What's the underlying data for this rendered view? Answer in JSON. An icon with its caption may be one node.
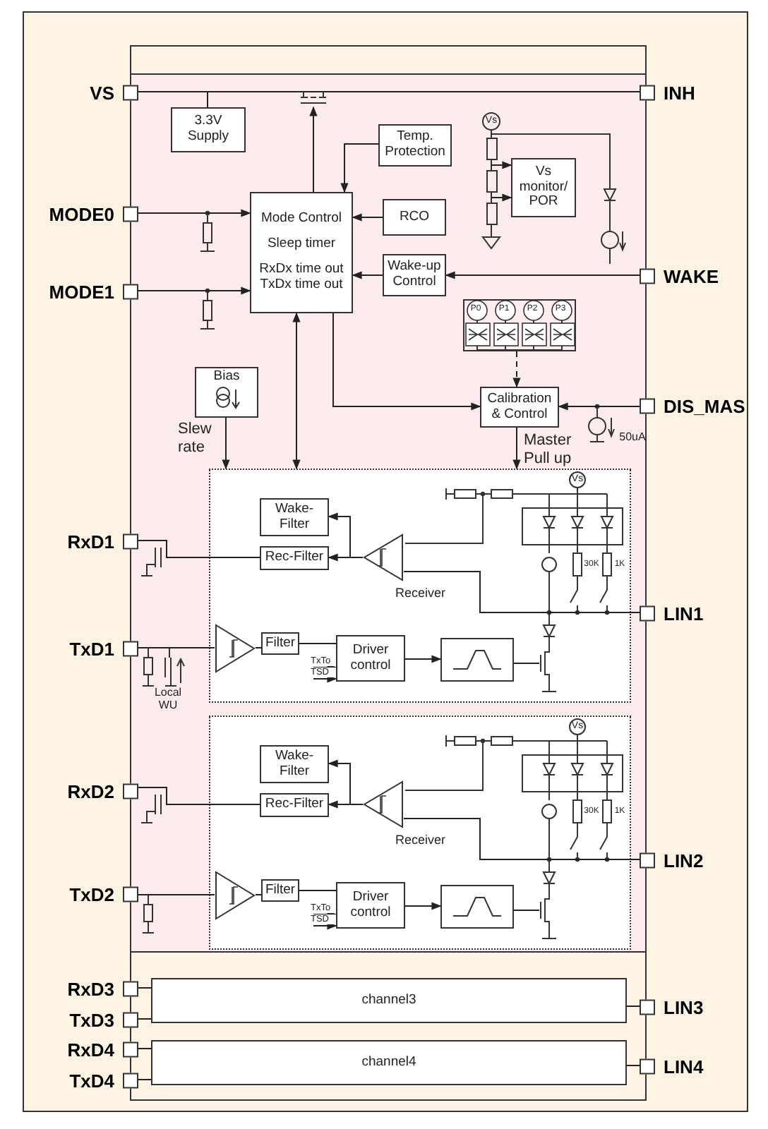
{
  "diagram": {
    "nodes": [
      {
        "text": [],
        "shape": "box"
      },
      {
        "text": [],
        "shape": "box",
        "in": 0
      },
      {
        "text": [
          "VS"
        ]
      },
      {
        "text": [
          "INH"
        ]
      },
      {
        "text": [
          "3.3V Supply"
        ],
        "in": 1
      },
      {
        "text": [
          "Temp. Protection"
        ],
        "in": 1
      },
      {
        "text": [
          "Mode Control",
          "Sleep timer",
          "RxDx time out TxDx time out"
        ],
        "in": 1
      },
      {
        "text": [
          "RCO"
        ],
        "in": 1
      },
      {
        "text": [
          "Vs monitor/ POR"
        ],
        "in": 1
      },
      {
        "text": [
          "MODE0"
        ]
      },
      {
        "text": [
          "Wake-up Control"
        ],
        "in": 1
      },
      {
        "text": [
          "MODE1"
        ]
      },
      {
        "text": [
          "WAKE"
        ]
      },
      {
        "text": [],
        "shape": "box",
        "in": 1
      },
      {
        "text": [
          "Bias"
        ],
        "in": 1
      },
      {
        "text": [
          "Calibration & Control"
        ],
        "in": 1
      },
      {
        "text": [
          "DIS_MAS"
        ]
      },
      {
        "text": [],
        "shape": "box",
        "in": 1
      },
      {
        "text": [
          "Wake-Filter"
        ],
        "in": 17
      },
      {
        "text": [
          "Rec-Filter"
        ],
        "in": 17
      },
      {
        "text": [],
        "shape": "triangle",
        "in": 17,
        "beside": [
          "Receiver"
        ]
      },
      {
        "text": [
          "RxD1"
        ]
      },
      {
        "text": [],
        "shape": "triangle",
        "in": 17
      },
      {
        "text": [
          "Filter"
        ],
        "in": 17
      },
      {
        "text": [
          "Driver control"
        ],
        "in": 17
      },
      {
        "text": [],
        "shape": "box",
        "in": 17
      },
      {
        "text": [
          "TxD1"
        ]
      },
      {
        "text": [
          "LIN1"
        ]
      },
      {
        "text": [],
        "shape": "box",
        "in": 1
      },
      {
        "text": [
          "Wake-Filter"
        ],
        "in": 28
      },
      {
        "text": [
          "Rec-Filter"
        ],
        "in": 28
      },
      {
        "text": [],
        "shape": "triangle",
        "in": 28,
        "beside": [
          "Receiver"
        ]
      },
      {
        "text": [
          "RxD2"
        ]
      },
      {
        "text": [],
        "shape": "triangle",
        "in": 28
      },
      {
        "text": [
          "Filter"
        ],
        "in": 28
      },
      {
        "text": [
          "Driver control"
        ],
        "in": 28
      },
      {
        "text": [],
        "shape": "box",
        "in": 28
      },
      {
        "text": [
          "TxD2"
        ]
      },
      {
        "text": [
          "LIN2"
        ]
      },
      {
        "text": [
          "RxD3"
        ]
      },
      {
        "text": [
          "TxD3"
        ]
      },
      {
        "text": [
          "channel3"
        ],
        "in": 0
      },
      {
        "text": [
          "LIN3"
        ]
      },
      {
        "text": [
          "RxD4"
        ]
      },
      {
        "text": [
          "TxD4"
        ]
      },
      {
        "text": [
          "channel4"
        ],
        "in": 0
      },
      {
        "text": [
          "LIN4"
        ]
      }
    ],
    "edges": [
      {
        "from": 2,
        "to": 3,
        "arrow": "none"
      },
      {
        "from": 2,
        "to": 4,
        "arrow": "none"
      },
      {
        "from": 6,
        "to": null,
        "arrow": "to"
      },
      {
        "from": 5,
        "to": 6,
        "arrow": "to"
      },
      {
        "from": 7,
        "to": 6,
        "arrow": "to"
      },
      {
        "from": 10,
        "to": 6,
        "arrow": "to"
      },
      {
        "from": 12,
        "to": 10,
        "arrow": "to"
      },
      {
        "from": 9,
        "to": 6,
        "arrow": "to"
      },
      {
        "from": 11,
        "to": 6,
        "arrow": "to"
      },
      {
        "from": 6,
        "to": 15,
        "arrow": "to"
      },
      {
        "from": 6,
        "to": 17,
        "arrow": "both"
      },
      {
        "from": 14,
        "to": 17,
        "arrow": "to",
        "label": "Slew rate"
      },
      {
        "from": 13,
        "to": 15,
        "arrow": "to",
        "style": "dashed"
      },
      {
        "from": 16,
        "to": 15,
        "arrow": "to"
      },
      {
        "from": 15,
        "to": 17,
        "arrow": "to",
        "label": "Master Pull up"
      },
      {
        "from": 20,
        "to": 19,
        "arrow": "to"
      },
      {
        "from": 20,
        "to": 18,
        "arrow": "to"
      },
      {
        "from": 19,
        "to": 21,
        "arrow": "none"
      },
      {
        "from": 27,
        "to": 20,
        "arrow": "none"
      },
      {
        "from": 26,
        "to": 22,
        "arrow": "none"
      },
      {
        "from": 22,
        "to": 23,
        "arrow": "none"
      },
      {
        "from": 23,
        "to": 24,
        "arrow": "none"
      },
      {
        "from": 24,
        "to": 25,
        "arrow": "to"
      },
      {
        "from": null,
        "to": 24,
        "arrow": "to",
        "label": "TxTo"
      },
      {
        "from": null,
        "to": 24,
        "arrow": "to",
        "label": "TSD"
      },
      {
        "from": 25,
        "to": null,
        "arrow": "none"
      },
      {
        "from": 31,
        "to": 30,
        "arrow": "to"
      },
      {
        "from": 31,
        "to": 29,
        "arrow": "to"
      },
      {
        "from": 30,
        "to": 32,
        "arrow": "none"
      },
      {
        "from": 38,
        "to": 31,
        "arrow": "none"
      },
      {
        "from": 37,
        "to": 33,
        "arrow": "none"
      },
      {
        "from": 33,
        "to": 34,
        "arrow": "none"
      },
      {
        "from": 34,
        "to": 35,
        "arrow": "none"
      },
      {
        "from": 35,
        "to": 36,
        "arrow": "to"
      },
      {
        "from": null,
        "to": 35,
        "arrow": "to",
        "label": "TxTo"
      },
      {
        "from": null,
        "to": 35,
        "arrow": "to",
        "label": "TSD"
      },
      {
        "from": 36,
        "to": null,
        "arrow": "none"
      },
      {
        "from": 39,
        "to": 41,
        "arrow": "none"
      },
      {
        "from": 40,
        "to": 41,
        "arrow": "none"
      },
      {
        "from": 41,
        "to": 42,
        "arrow": "none"
      },
      {
        "from": 43,
        "to": 45,
        "arrow": "none"
      },
      {
        "from": 44,
        "to": 45,
        "arrow": "none"
      },
      {
        "from": 45,
        "to": 46,
        "arrow": "none"
      },
      {
        "from": null,
        "to": 8,
        "arrow": "to"
      },
      {
        "from": null,
        "to": 8,
        "arrow": "to"
      }
    ],
    "labels": [
      "Vs",
      "P0",
      "P1",
      "P2",
      "P3",
      "50uA",
      "Vs",
      "30K",
      "1K",
      "Local WU",
      "Vs",
      "30K",
      "1K"
    ]
  }
}
